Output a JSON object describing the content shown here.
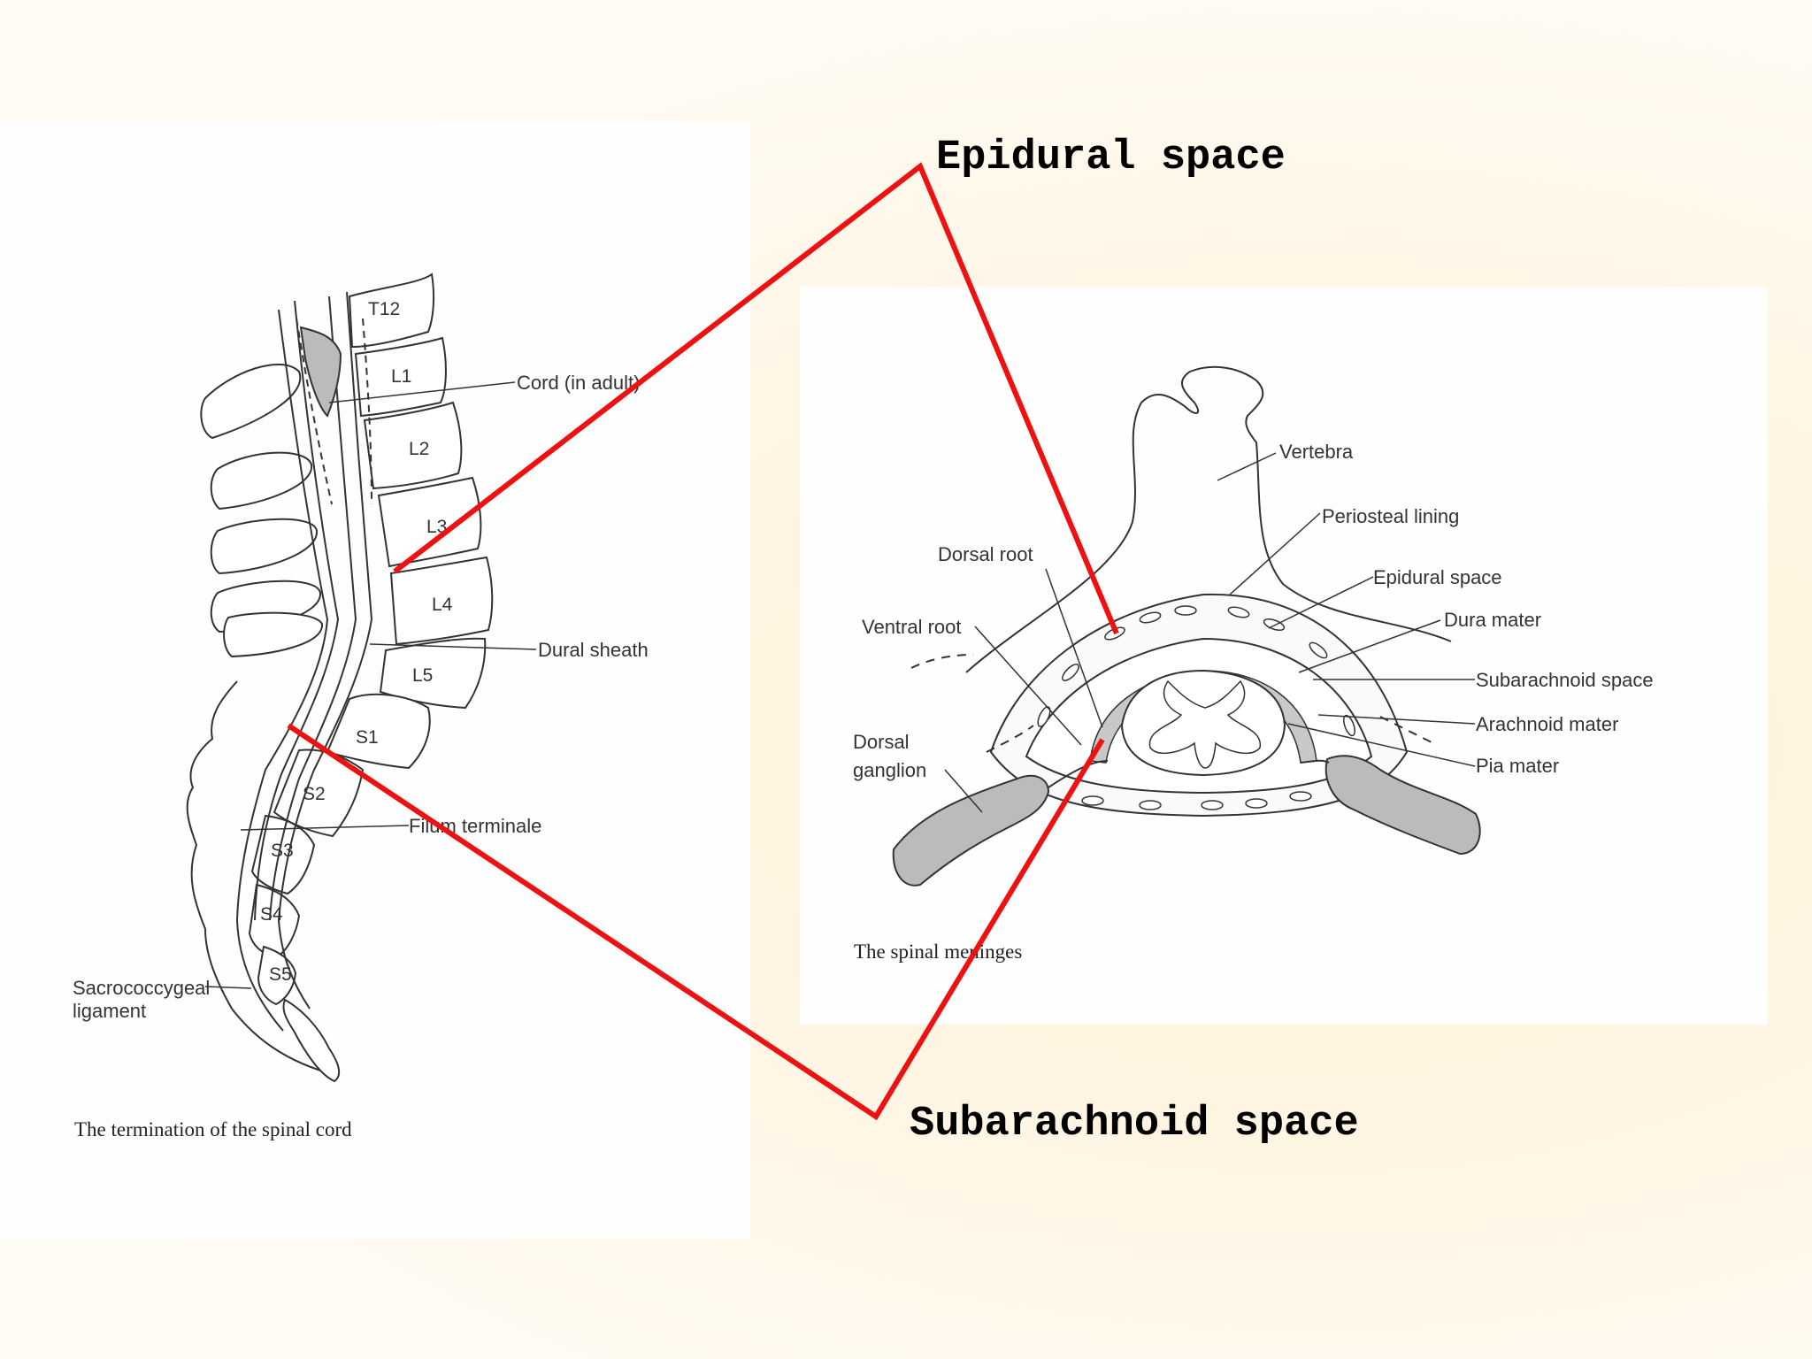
{
  "callouts": {
    "epidural": "Epidural space",
    "subarachnoid": "Subarachnoid space"
  },
  "left_figure": {
    "caption": "The termination of the spinal cord",
    "vertebrae": [
      "T12",
      "L1",
      "L2",
      "L3",
      "L4",
      "L5",
      "S1",
      "S2",
      "S3",
      "S4",
      "S5"
    ],
    "labels": {
      "cord": "Cord (in adult)",
      "dural_sheath": "Dural sheath",
      "filum": "Filum terminale",
      "sacro_1": "Sacrococcygeal",
      "sacro_2": "ligament"
    }
  },
  "right_figure": {
    "caption": "The spinal meninges",
    "labels": {
      "vertebra": "Vertebra",
      "periosteal": "Periosteal lining",
      "epidural": "Epidural space",
      "dura": "Dura mater",
      "subarachnoid": "Subarachnoid space",
      "arachnoid": "Arachnoid mater",
      "pia": "Pia mater",
      "dorsal_root": "Dorsal root",
      "ventral_root": "Ventral root",
      "dorsal_ganglion_1": "Dorsal",
      "dorsal_ganglion_2": "ganglion"
    }
  },
  "colors": {
    "accent": "#ee1111"
  }
}
